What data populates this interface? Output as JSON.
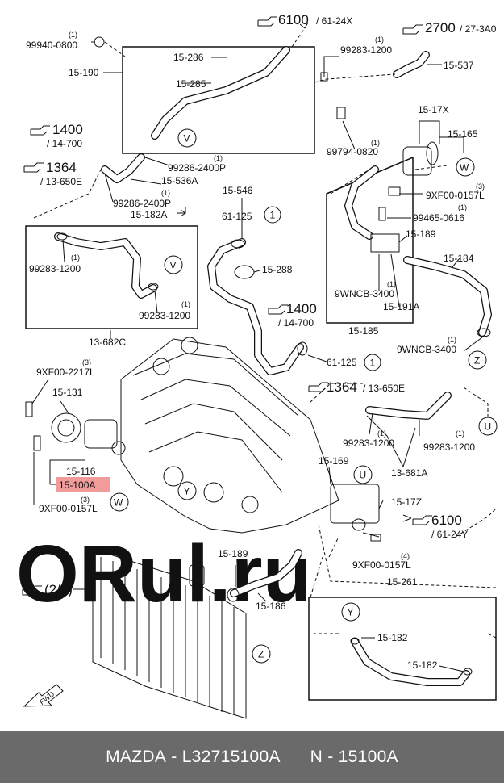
{
  "labels": {
    "ref_6100": "6100",
    "ref_6100_sub": "/ 61-24X",
    "ref_2700": "2700",
    "ref_2700_sub": "/ 27-3A0",
    "p_99940": "99940-0800",
    "q_99940": "(1)",
    "p_15190": "15-190",
    "p_15286": "15-286",
    "p_15285": "15-285",
    "p_99283a": "99283-1200",
    "q_99283a": "(1)",
    "p_15537": "15-537",
    "p_99794": "99794-0820",
    "q_99794": "(1)",
    "p_15_17X": "15-17X",
    "p_15165": "15-165",
    "ref_1400a": "1400",
    "ref_1400a_sub": "/ 14-700",
    "ref_1364a": "1364",
    "ref_1364a_sub": "/ 13-650E",
    "p_99286a": "99286-2400P",
    "q_99286a": "(1)",
    "p_15536A": "15-536A",
    "p_99286b": "99286-2400P",
    "q_99286b": "(1)",
    "p_15182A": "15-182A",
    "p_15546": "15-546",
    "p_61125a": "61-125",
    "p_9XF00a": "9XF00-0157L",
    "q_9XF00a": "(3)",
    "p_99465": "99465-0616",
    "q_99465": "(1)",
    "p_15189a": "15-189",
    "p_99283b": "99283-1200",
    "q_99283b": "(1)",
    "p_99283c": "99283-1200",
    "q_99283c": "(1)",
    "p_15288": "15-288",
    "p_15184": "15-184",
    "p_9WNCB_a": "9WNCB-3400",
    "q_9WNCB_a": "(1)",
    "p_15191A": "15-191A",
    "p_15185": "15-185",
    "p_9WNCB_b": "9WNCB-3400",
    "q_9WNCB_b": "(1)",
    "ref_1400b": "1400",
    "ref_1400b_sub": "/ 14-700",
    "p_61125b": "61-125",
    "p_13682C": "13-682C",
    "p_9XF00_2217": "9XF00-2217L",
    "q_9XF00_2217": "(3)",
    "p_15131": "15-131",
    "ref_1364b": "1364",
    "ref_1364b_sub": "/ 13-650E",
    "p_99283d": "99283-1200",
    "q_99283d": "(1)",
    "p_99283e": "99283-1200",
    "q_99283e": "(1)",
    "p_13681A": "13-681A",
    "p_15169": "15-169",
    "p_15116": "15-116",
    "p_15100A": "15-100A",
    "p_9XF00b": "9XF00-0157L",
    "q_9XF00b": "(3)",
    "p_15_17Z": "15-17Z",
    "ref_6100b": "6100",
    "ref_6100b_sub": "/ 61-24Y",
    "p_9XF00c": "9XF00-0157L",
    "q_9XF00c": "(4)",
    "p_15189b": "15-189",
    "p_15261": "15-261",
    "p_15186": "15-186",
    "ref_22": "(2/2)",
    "p_15182a": "15-182",
    "p_15182b": "15-182",
    "fwd": "FWD",
    "c_V": "V",
    "c_W": "W",
    "c_U": "U",
    "c_Y": "Y",
    "c_Z": "Z",
    "c_1": "1"
  },
  "watermark": "ORul.ru",
  "highlight_color": "#f29b9b",
  "footer": {
    "brand": "MAZDA",
    "part_number": "L32715100A",
    "alt_number": "N - 15100A"
  }
}
